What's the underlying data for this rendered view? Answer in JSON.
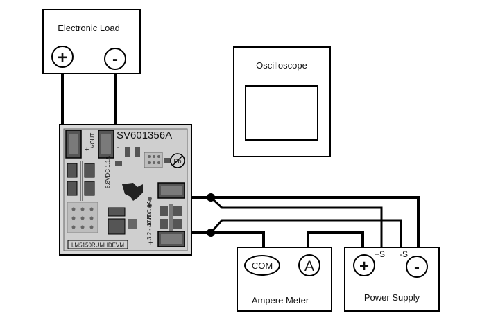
{
  "electronic_load": {
    "title": "Electronic Load",
    "plus": "+",
    "minus": "-"
  },
  "oscilloscope": {
    "title": "Oscilloscope"
  },
  "board": {
    "title": "SV601356A",
    "vout_label": "VOUT",
    "vout_rating": "6.8VDC 1.1A",
    "vin_label": "VIN",
    "vin_rating": "3.2 - 40VDC 9A",
    "part_number": "LM5150RUMHDEVM",
    "plus_mark": "+",
    "minus_mark": "-",
    "pb_mark": "Pb"
  },
  "ampere_meter": {
    "title": "Ampere Meter",
    "com": "COM",
    "a": "A"
  },
  "power_supply": {
    "title": "Power Supply",
    "plus": "+",
    "minus": "-",
    "sense_plus": "+S",
    "sense_minus": "-S"
  }
}
